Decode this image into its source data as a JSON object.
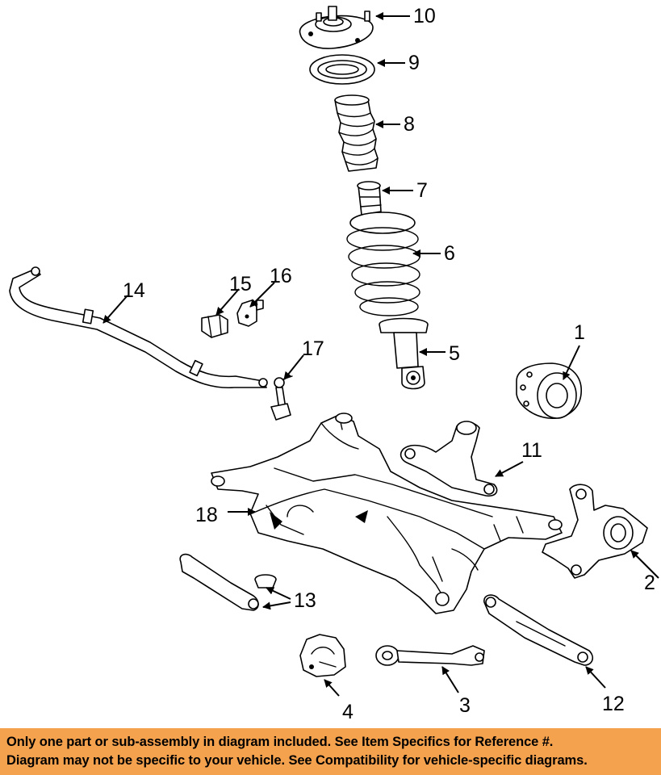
{
  "callouts": [
    "1",
    "2",
    "3",
    "4",
    "5",
    "6",
    "7",
    "8",
    "9",
    "10",
    "11",
    "12",
    "13",
    "14",
    "15",
    "16",
    "17",
    "18"
  ],
  "footer": {
    "line1": "Only one part or sub-assembly in diagram included. See Item Specifics for Reference #.",
    "line2": "Diagram may not be specific to your vehicle. See Compatibility for vehicle-specific diagrams.",
    "background": "#f5a24f"
  }
}
